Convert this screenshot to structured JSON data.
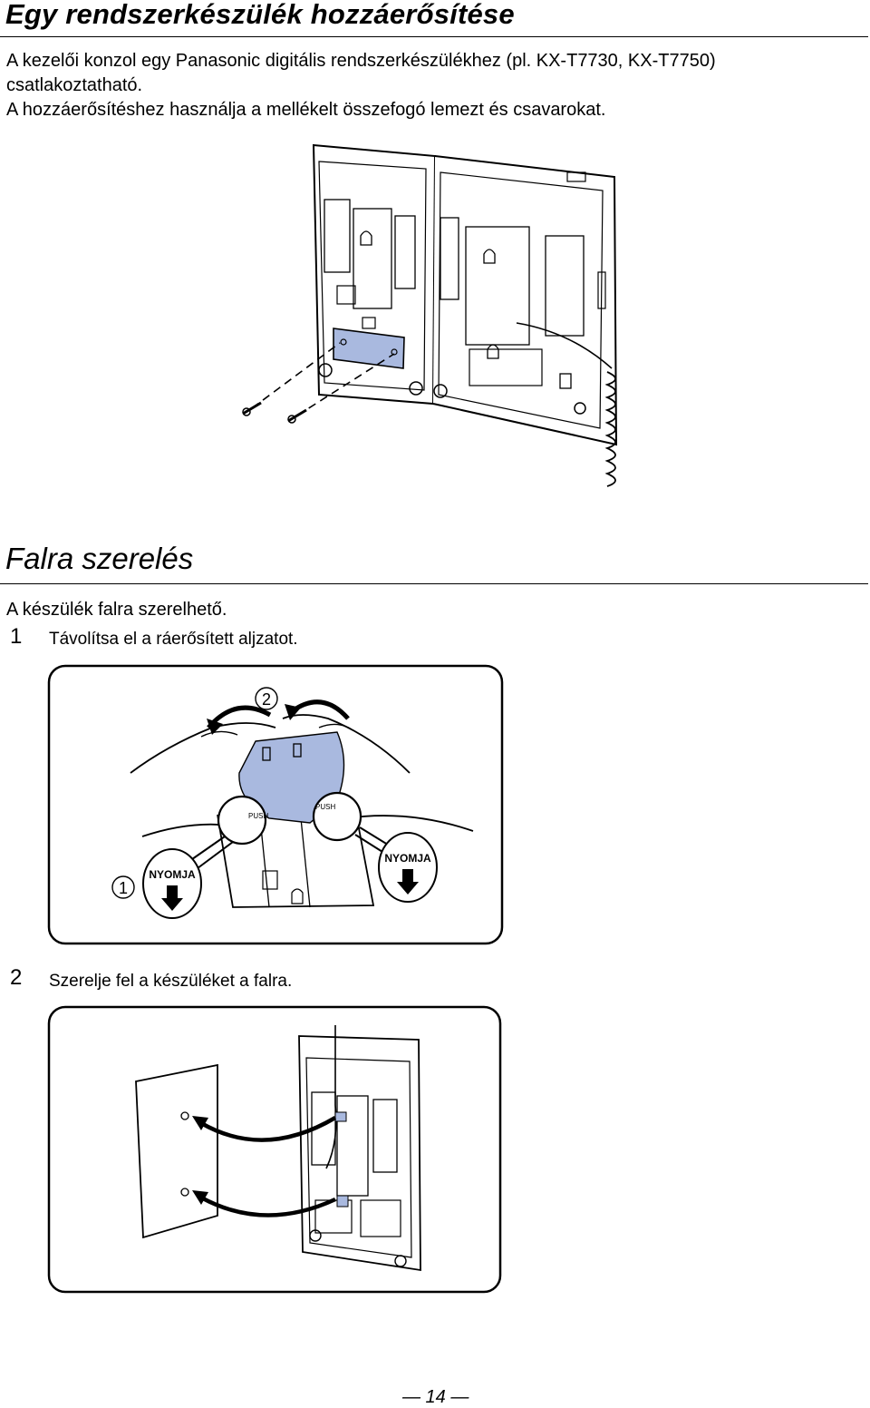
{
  "section1": {
    "title": "Egy rendszerkészülék hozzáerősítése",
    "para1_line1": "A kezelői konzol egy Panasonic digitális rendszerkészülékhez (pl. KX-T7730, KX-T7750)",
    "para1_line2": "csatlakoztatható.",
    "para2": "A hozzáerősítéshez használja a mellékelt összefogó lemezt és csavarokat."
  },
  "section2": {
    "title": "Falra szerelés",
    "intro": "A készülék falra szerelhető.",
    "step1": {
      "number": "1",
      "text": "Távolítsa el a ráerősített aljzatot."
    },
    "step2": {
      "number": "2",
      "text": "Szerelje fel a készüléket a falra."
    }
  },
  "figure2": {
    "callout_1": "1",
    "callout_2": "2",
    "press_left": "NYOMJA",
    "press_right": "NYOMJA",
    "tab_left": "PUSH",
    "tab_right": "PUSH"
  },
  "footer": {
    "page_number": "— 14 —"
  },
  "colors": {
    "plate": "#a9b9df",
    "line": "#000000",
    "panel": "#ffffff"
  }
}
